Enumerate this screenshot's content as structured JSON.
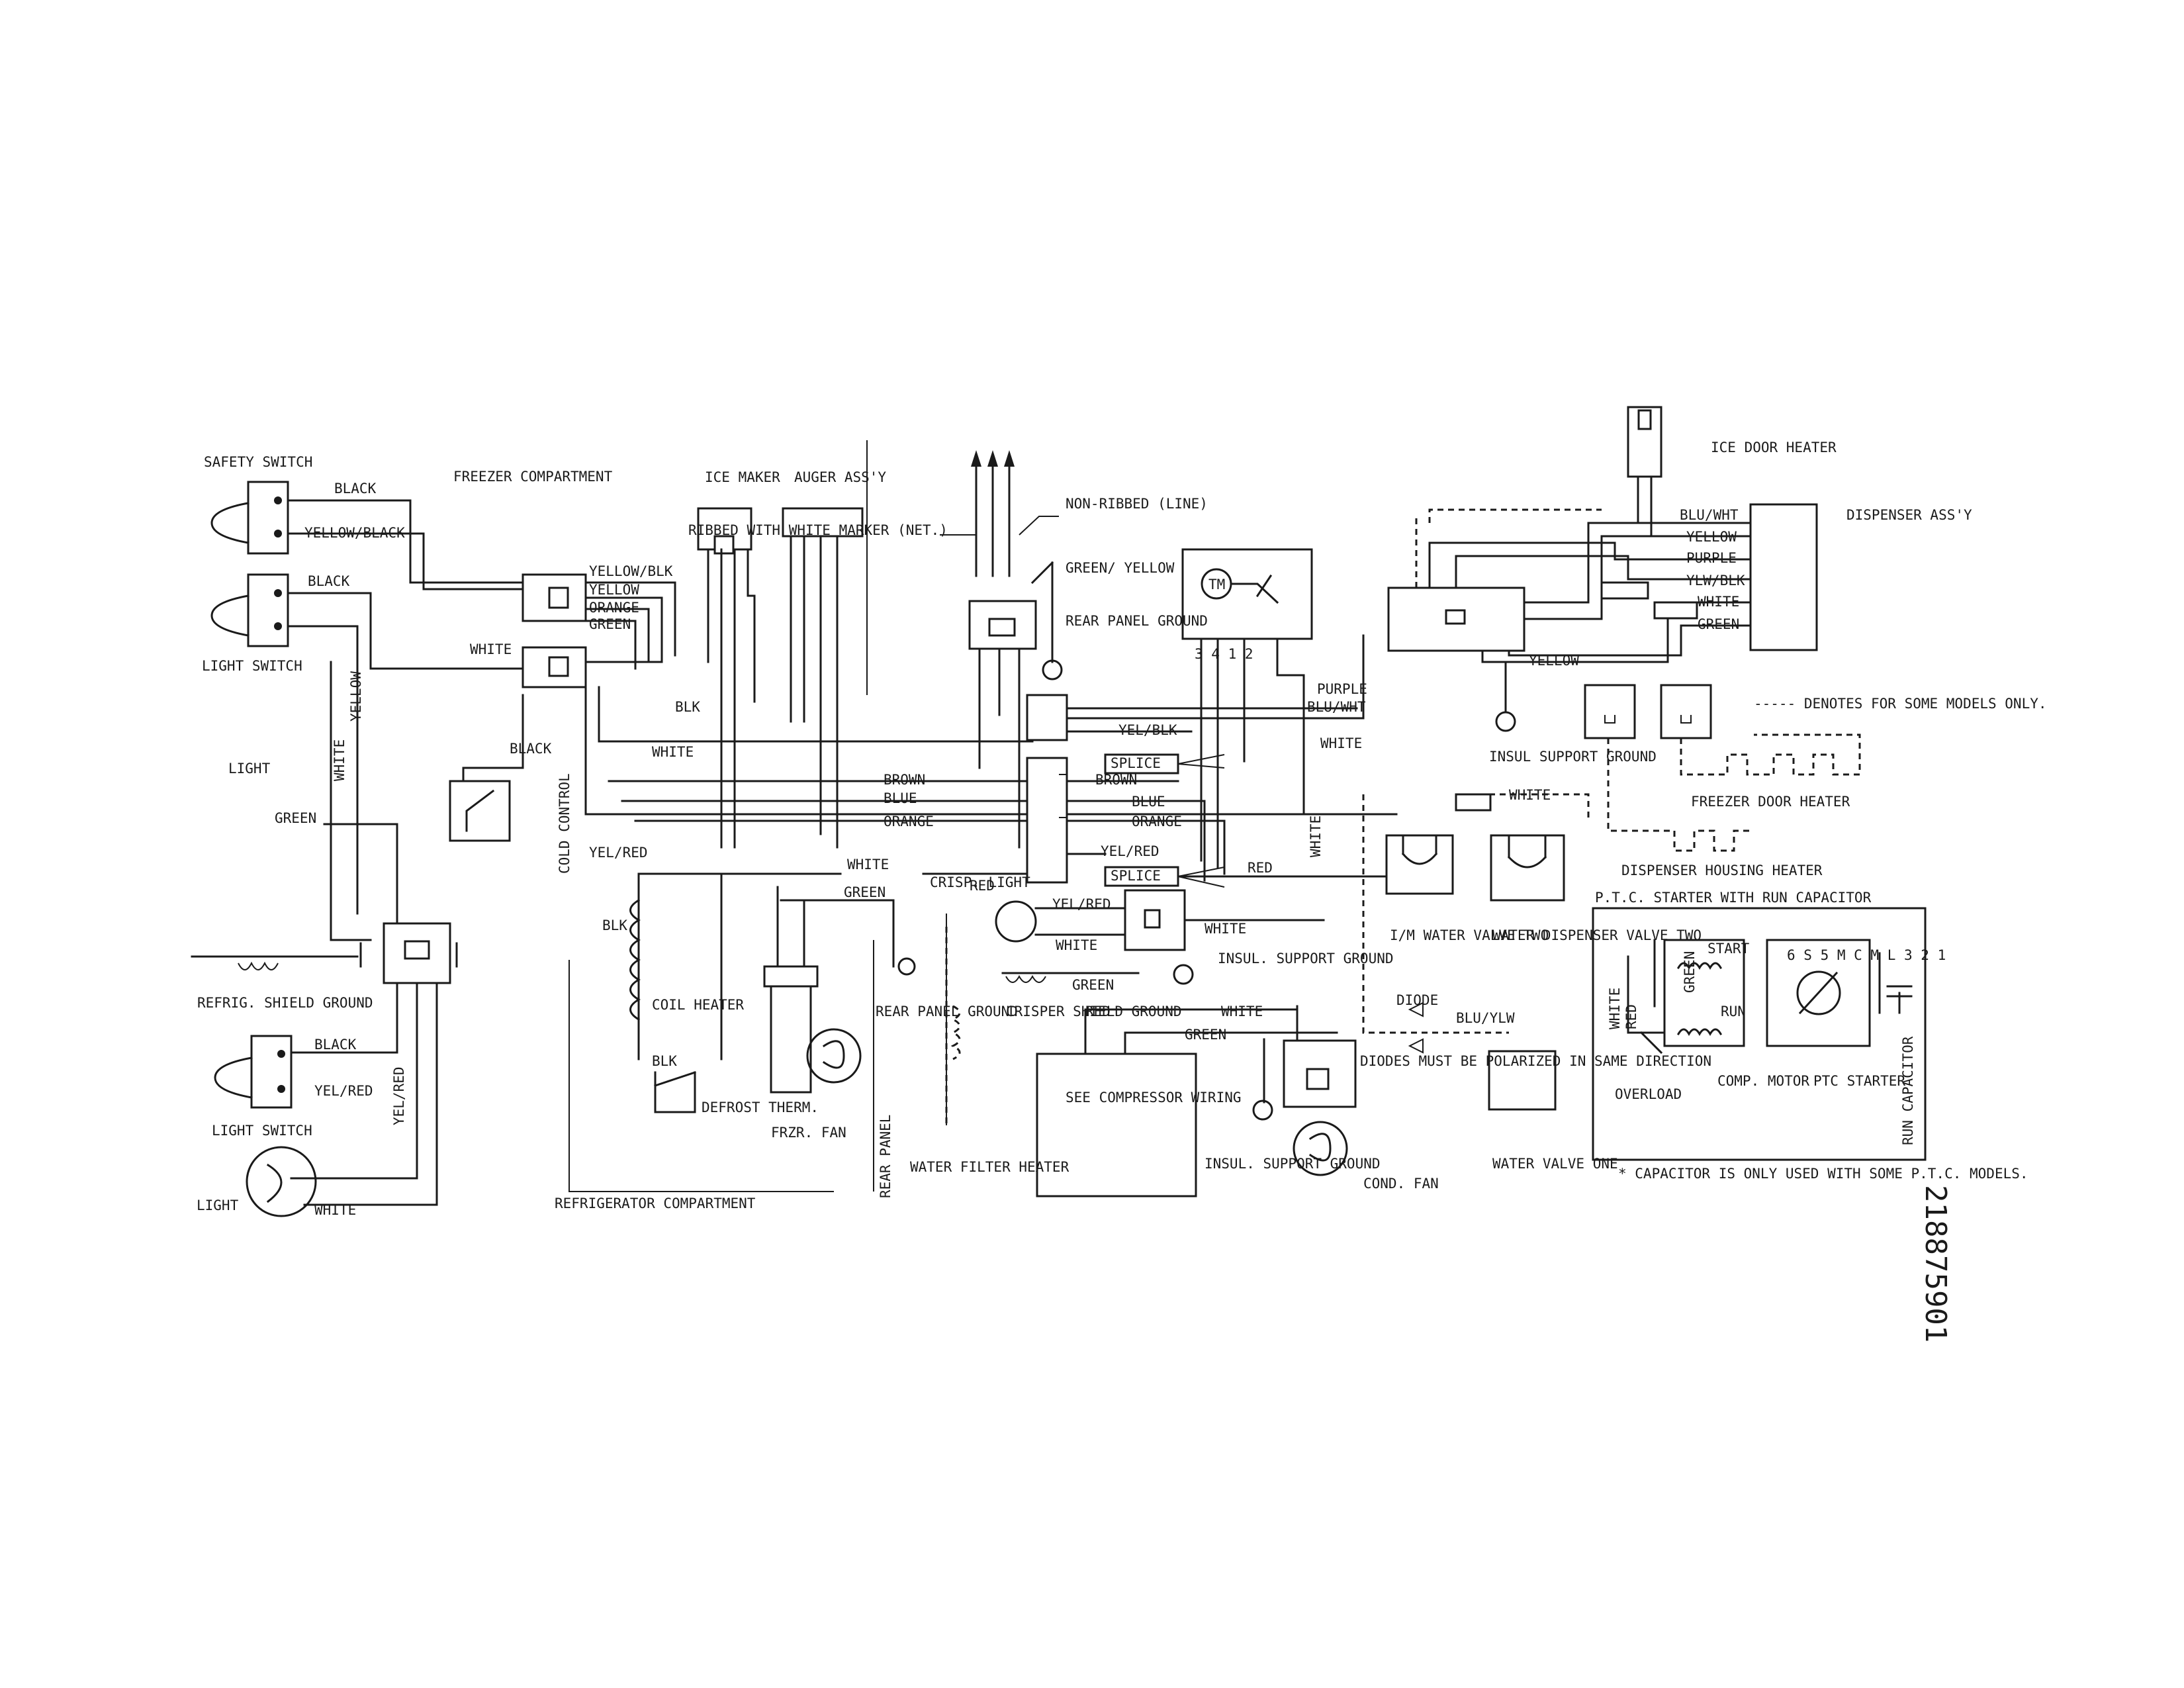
{
  "labels": {
    "safety_switch": "SAFETY SWITCH",
    "freezer_compartment": "FREEZER COMPARTMENT",
    "light_switch_top": "LIGHT SWITCH",
    "light_top": "LIGHT",
    "refrig_shield_ground": "REFRIG. SHIELD GROUND",
    "light_switch_bottom": "LIGHT SWITCH",
    "light_bottom": "LIGHT",
    "refrigerator_compartment": "REFRIGERATOR COMPARTMENT",
    "ice_maker": "ICE MAKER",
    "auger_assy": "AUGER ASS'Y",
    "ribbed_with_white_marker": "RIBBED WITH WHITE MARKER (NET.)",
    "non_ribbed_line": "NON-RIBBED (LINE)",
    "rear_panel_ground_top": "REAR PANEL GROUND",
    "cold_control": "COLD CONTROL",
    "coil_heater": "COIL HEATER",
    "defrost_therm": "DEFROST THERM.",
    "frzr_fan": "FRZR. FAN",
    "rear_panel_ground_mid": "REAR PANEL GROUND",
    "rear_panel": "REAR PANEL",
    "water_filter_heater": "WATER FILTER HEATER",
    "crisp_light": "CRISP. LIGHT",
    "crisper_shield_ground": "CRISPER SHIELD GROUND",
    "insul_support_ground_mid": "INSUL. SUPPORT GROUND",
    "see_compressor_wiring": "SEE COMPRESSOR WIRING",
    "insul_support_ground_bottom": "INSUL. SUPPORT GROUND",
    "cond_fan": "COND. FAN",
    "insul_support_ground_top": "INSUL SUPPORT GROUND",
    "im_water_valve_two": "I/M WATER VALVE TWO",
    "water_dispenser_valve_two": "WATER DISPENSER VALVE TWO",
    "diodes_note": "DIODES MUST BE POLARIZED IN SAME DIRECTION",
    "diode": "DIODE",
    "water_valve_one": "WATER VALVE ONE",
    "ice_door_heater": "ICE DOOR HEATER",
    "dispenser_assy": "DISPENSER ASS'Y",
    "denotes_note": "----- DENOTES FOR SOME MODELS ONLY.",
    "freezer_door_heater": "FREEZER DOOR HEATER",
    "dispenser_housing_heater": "DISPENSER HOUSING HEATER",
    "ptc_title": "P.T.C. STARTER WITH RUN CAPACITOR",
    "start": "START",
    "run": "RUN",
    "overload": "OVERLOAD",
    "comp_motor": "COMP. MOTOR",
    "ptc_starter": "PTC STARTER",
    "run_capacitor": "RUN CAPACITOR",
    "capacitor_note": "* CAPACITOR IS ONLY USED WITH SOME P.T.C. MODELS.",
    "part_number": "218875901",
    "splice": "SPLICE",
    "tm": "TM",
    "terminal_numbers": "3 4 1 2",
    "ptc_terminals": "6 S 5 M C M L 3 2 1"
  },
  "wires": {
    "black": "BLACK",
    "yellow_black": "YELLOW/BLACK",
    "yellow": "YELLOW",
    "white": "WHITE",
    "green": "GREEN",
    "yel_red": "YEL/RED",
    "blk": "BLK",
    "yellow_blk": "YELLOW/BLK",
    "orange": "ORANGE",
    "green_yellow": "GREEN/ YELLOW",
    "purple": "PURPLE",
    "blu_wht": "BLU/WHT",
    "yel_blk": "YEL/BLK",
    "brown": "BROWN",
    "blue": "BLUE",
    "red": "RED",
    "ylw_blk": "YLW/BLK",
    "blu_ylw": "BLU/YLW"
  }
}
